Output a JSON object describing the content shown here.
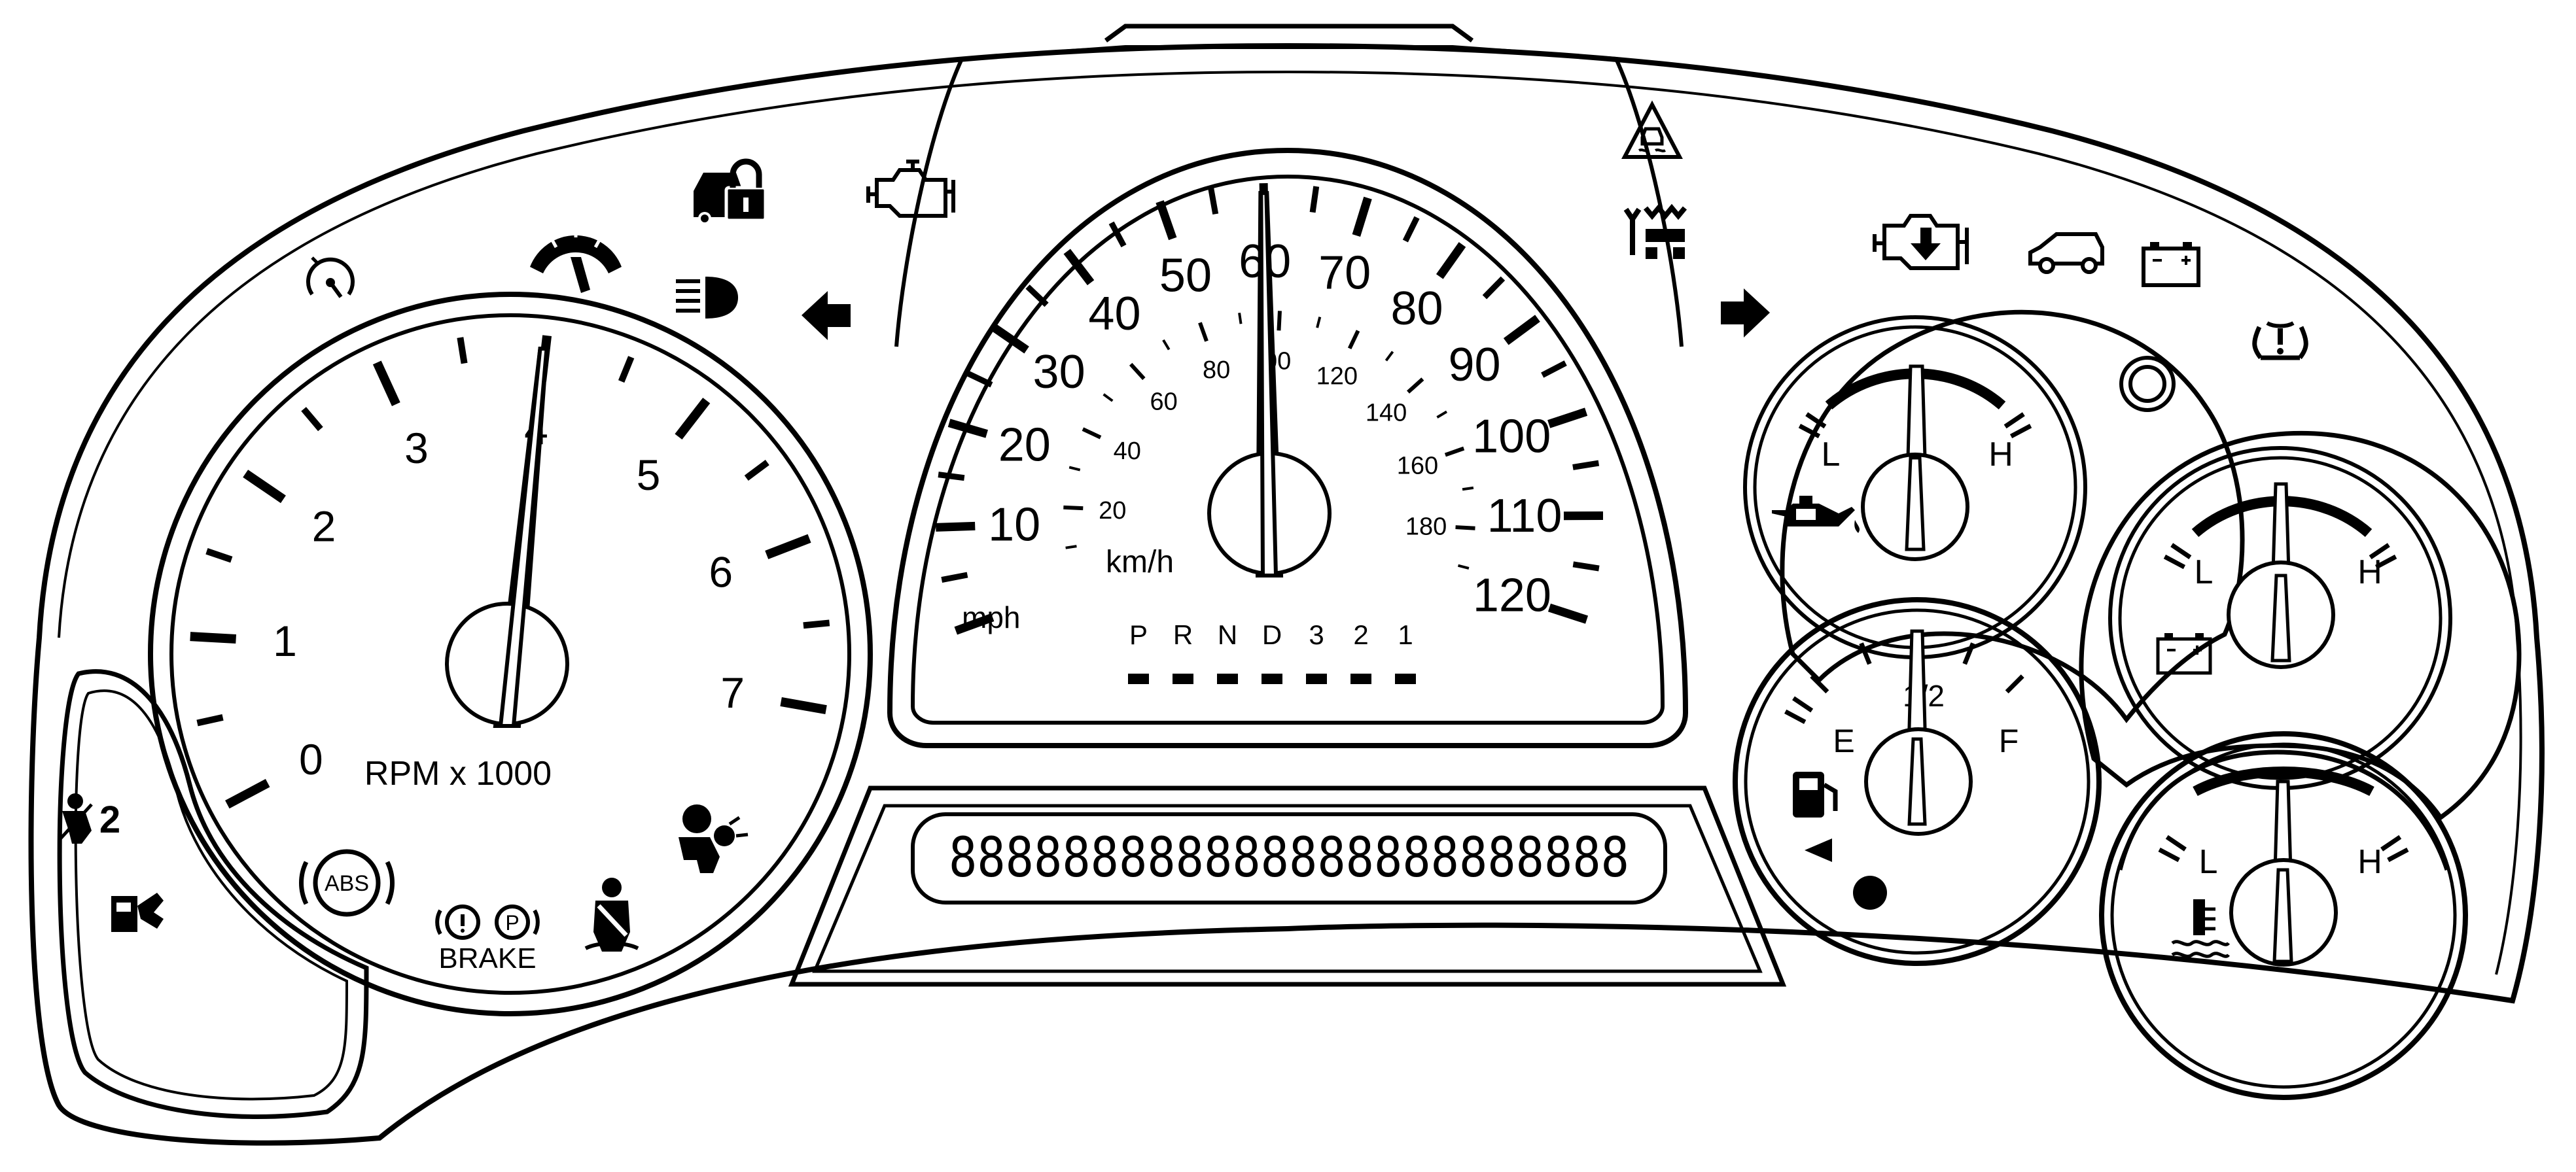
{
  "colors": {
    "ink": "#000000",
    "panel": "#ffffff"
  },
  "tachometer": {
    "numbers": [
      "0",
      "1",
      "2",
      "3",
      "4",
      "5",
      "6",
      "7"
    ],
    "unit_label": "RPM x 1000",
    "needle_value": 4
  },
  "speedometer": {
    "mph_numbers": [
      "10",
      "20",
      "30",
      "40",
      "50",
      "60",
      "70",
      "80",
      "90",
      "100",
      "110",
      "120"
    ],
    "kmh_numbers": [
      "20",
      "40",
      "60",
      "80",
      "00",
      "120",
      "140",
      "160",
      "180"
    ],
    "kmh_label": "km/h",
    "mph_label": "mph",
    "needle_value": 60
  },
  "prndl": {
    "letters": [
      "P",
      "R",
      "N",
      "D",
      "3",
      "2",
      "1"
    ]
  },
  "message_center": {
    "text": "888888888888888888888888"
  },
  "oil_gauge": {
    "low_label": "L",
    "high_label": "H"
  },
  "voltage_gauge": {
    "low_label": "L",
    "high_label": "H"
  },
  "fuel_gauge": {
    "empty_label": "E",
    "half_label": "1/2",
    "full_label": "F",
    "needle_level": 0.5
  },
  "temp_gauge": {
    "low_label": "L",
    "high_label": "H"
  },
  "warning_lights": {
    "abs_label": "ABS",
    "brake_label": "BRAKE",
    "airbag_off_number": "2",
    "icons": [
      "cruise-control-icon",
      "low-fuel-pump-icon",
      "security-lock-icon",
      "check-engine-icon",
      "headlamp-icon",
      "left-turn-arrow-icon",
      "traction-control-icon",
      "service-vehicle-icon",
      "engine-oil-pressure-icon",
      "door-ajar-icon",
      "battery-icon",
      "right-turn-arrow-icon",
      "tire-pressure-icon",
      "fog-lamp-icon",
      "abs-icon",
      "brake-icon",
      "seatbelt-icon",
      "airbag-icon",
      "passenger-airbag-off-icon",
      "check-gas-cap-icon"
    ]
  }
}
